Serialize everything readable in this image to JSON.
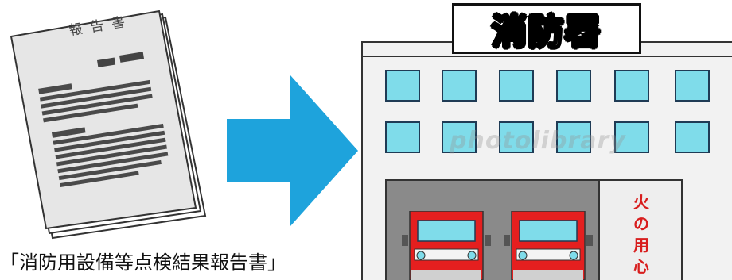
{
  "report": {
    "document_title": "報告書",
    "caption": "「消防用設備等点検結果報告書」"
  },
  "station": {
    "sign_text": "消防署",
    "poster_chars": [
      "火",
      "の",
      "用",
      "心"
    ],
    "watermark": "photolibrary"
  },
  "colors": {
    "arrow": "#1ea3dc",
    "window": "#7fdcea",
    "truck_red": "#e51f1f",
    "poster_text": "#d81e1e",
    "garage": "#8a8a8a"
  },
  "icons": {
    "document": "report-document-icon",
    "arrow": "arrow-right-icon",
    "building": "fire-station-icon",
    "truck": "fire-truck-icon"
  }
}
